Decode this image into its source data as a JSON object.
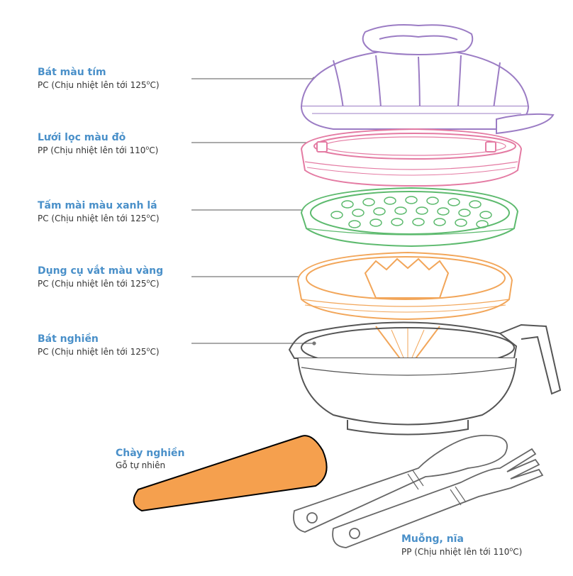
{
  "colors": {
    "title": "#4a90c9",
    "purple": "#9b7cc4",
    "pink": "#e47ba3",
    "green": "#5dba6e",
    "orange": "#f2a65a",
    "gray": "#555555",
    "pestle": "#f5a04e"
  },
  "labels": {
    "bowl_purple": {
      "title": "Bát màu tím",
      "desc_pre": "PC (Chịu nhiệt lên tới 125",
      "desc_deg": "o",
      "desc_post": "C)"
    },
    "strainer_red": {
      "title": "Lưới lọc màu đỏ",
      "desc_pre": "PP (Chịu nhiệt lên tới 110",
      "desc_deg": "o",
      "desc_post": "C)"
    },
    "grater_green": {
      "title": "Tấm mài màu xanh lá",
      "desc_pre": "PC (Chịu nhiệt lên tới 125",
      "desc_deg": "o",
      "desc_post": "C)"
    },
    "juicer_yellow": {
      "title": "Dụng cụ vắt màu vàng",
      "desc_pre": "PC (Chịu nhiệt lên tới 125",
      "desc_deg": "o",
      "desc_post": "C)"
    },
    "masher_bowl": {
      "title": "Bát nghiền",
      "desc_pre": "PC (Chịu nhiệt lên tới 125",
      "desc_deg": "o",
      "desc_post": "C)"
    },
    "pestle": {
      "title": "Chày nghiền",
      "desc": "Gỗ tự nhiên"
    },
    "spoon_fork": {
      "title": "Muỗng, nĩa",
      "desc_pre": "PP (Chịu nhiệt lên tới 110",
      "desc_deg": "o",
      "desc_post": "C)"
    }
  }
}
